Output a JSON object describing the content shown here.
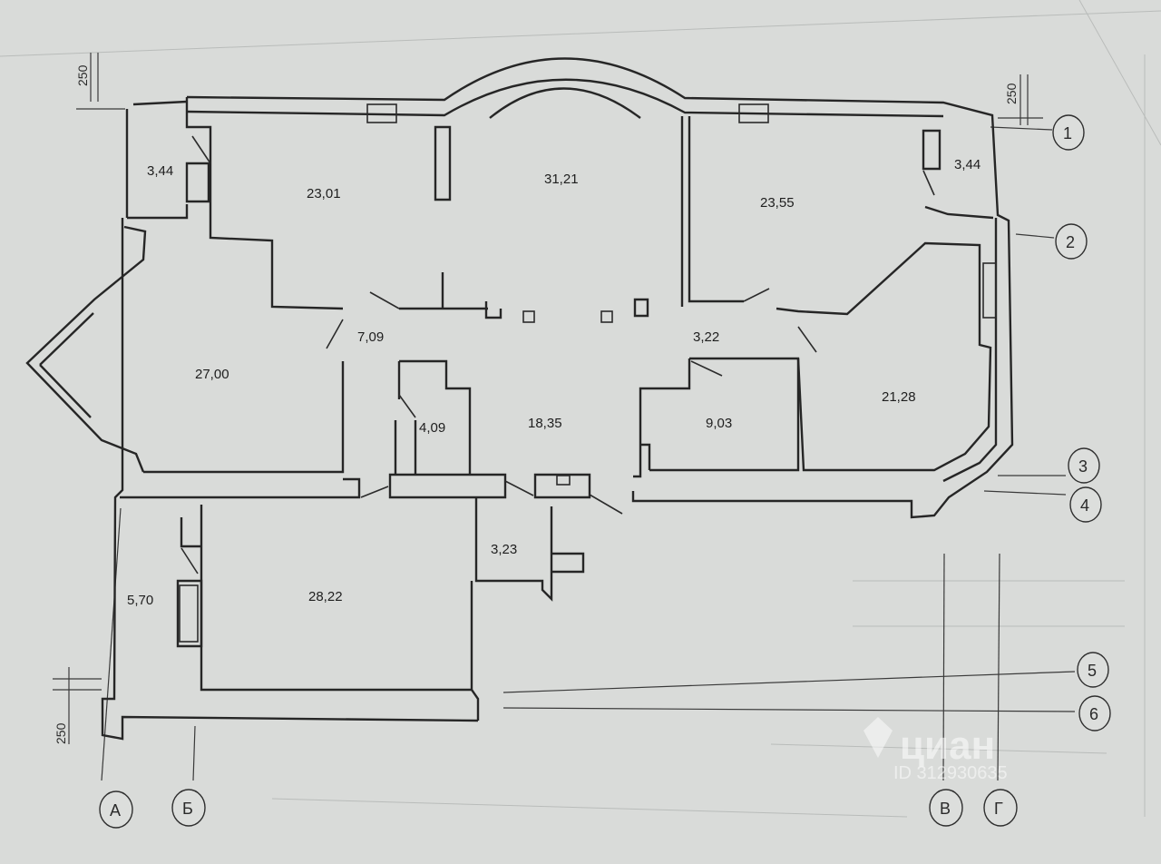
{
  "rooms": [
    {
      "id": "r1",
      "label": "3,44"
    },
    {
      "id": "r2",
      "label": "23,01"
    },
    {
      "id": "r3",
      "label": "31,21"
    },
    {
      "id": "r4",
      "label": "23,55"
    },
    {
      "id": "r5",
      "label": "3,44"
    },
    {
      "id": "r6",
      "label": "27,00"
    },
    {
      "id": "r7",
      "label": "7,09"
    },
    {
      "id": "r8",
      "label": "3,22"
    },
    {
      "id": "r9",
      "label": "21,28"
    },
    {
      "id": "r10",
      "label": "4,09"
    },
    {
      "id": "r11",
      "label": "18,35"
    },
    {
      "id": "r12",
      "label": "9,03"
    },
    {
      "id": "r13",
      "label": "3,23"
    },
    {
      "id": "r14",
      "label": "5,70"
    },
    {
      "id": "r15",
      "label": "28,22"
    }
  ],
  "axes_numeric": [
    "1",
    "2",
    "3",
    "4",
    "5",
    "6"
  ],
  "axes_letter": [
    "А",
    "Б",
    "В",
    "Г"
  ],
  "dimensions": [
    "250",
    "250",
    "250"
  ],
  "watermark": {
    "brand": "циан",
    "id": "ID 312930635"
  }
}
